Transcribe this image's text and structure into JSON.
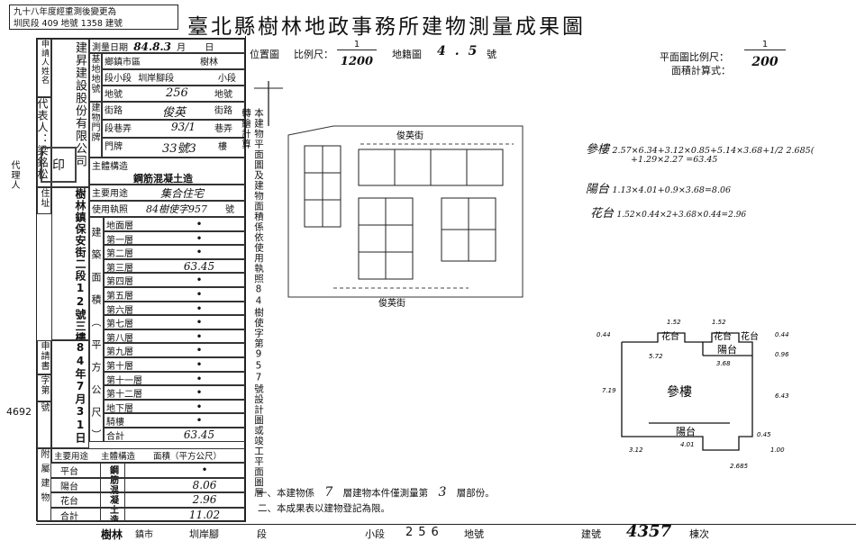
{
  "stamp": {
    "line1": "九十八年度經重測後變更為",
    "line2": "圳民段 409 地號 1358 建號"
  },
  "title": "臺北縣樹林地政事務所建物測量成果圖",
  "agent_label": "代理人",
  "left": {
    "applicant_label": "申請人姓名",
    "applicant_value": "建昇建設股份有限公司",
    "rep_label": "代表人：",
    "rep_value": "梁銘松",
    "seal": "印",
    "address_label": "住址",
    "address_value": "樹林鎮保安街二段12號三樓",
    "survey_date_label": "測量日期",
    "survey_date_value": "84.8.3",
    "survey_date_unit_m": "月",
    "survey_date_unit_d": "日",
    "base_label": "基地地號",
    "township_label": "鄉鎮市區",
    "township_value": "樹林",
    "section_label": "段小段",
    "section_value": "圳岸腳段",
    "section_unit": "小段",
    "lot_label": "地號",
    "lot_value": "256",
    "lot_unit": "地號",
    "door_label": "建物門牌",
    "street_label": "街路",
    "street_value": "俊英",
    "street_unit": "街路",
    "lane_label": "段巷弄",
    "lane_value": "93/1",
    "lane_unit": "巷弄",
    "number_label": "門牌",
    "number_value": "33號3",
    "number_unit": "樓",
    "structure_label": "主體構造",
    "structure_value": "鋼筋混凝土造",
    "use_label": "主要用途",
    "use_value": "集合住宅",
    "license_label": "使用執照",
    "license_value": "84樹使字957",
    "license_unit": "號",
    "area_label": "建築面積（平方公尺）",
    "floors": [
      {
        "label": "地面層",
        "value": "•"
      },
      {
        "label": "第一層",
        "value": "•"
      },
      {
        "label": "第二層",
        "value": "•"
      },
      {
        "label": "第三層",
        "value": "63.45"
      },
      {
        "label": "第四層",
        "value": "•"
      },
      {
        "label": "第五層",
        "value": "•"
      },
      {
        "label": "第六層",
        "value": "•"
      },
      {
        "label": "第七層",
        "value": "•"
      },
      {
        "label": "第八層",
        "value": "•"
      },
      {
        "label": "第九層",
        "value": "•"
      },
      {
        "label": "第十層",
        "value": "•"
      },
      {
        "label": "第十一層",
        "value": "•"
      },
      {
        "label": "第十二層",
        "value": "•"
      },
      {
        "label": "地下層",
        "value": "•"
      },
      {
        "label": "騎樓",
        "value": "•"
      },
      {
        "label": "合計",
        "value": "63.45"
      }
    ],
    "application_label": "申請書",
    "application_value": "84年7月31日",
    "application_no_label": "字第",
    "application_no_value": "4692",
    "application_no_unit": "號",
    "annex_label": "附屬建物",
    "annex_head_use": "主要用途",
    "annex_head_struct": "主體構造",
    "annex_head_area": "面積（平方公尺）",
    "annex_struct": "鋼筋混凝土造",
    "annex": [
      {
        "use": "平台",
        "area": "•"
      },
      {
        "use": "陽台",
        "area": "8.06"
      },
      {
        "use": "花台",
        "area": "2.96"
      },
      {
        "use": "合計",
        "area": "11.02"
      }
    ]
  },
  "middle": {
    "location_label": "位置圖",
    "scale_label": "比例尺：",
    "scale_num": "1",
    "scale_den": "1200",
    "cadastral_label": "地籍圖",
    "cadastral_value": "4.5",
    "cadastral_unit": "號",
    "street_top": "俊英街",
    "street_bottom": "俊英街",
    "vertical_note": "本建物平面圖及建物面積係依使用執照84樹使字第957號設計圖或竣工平面圖層轉繪計算",
    "note1a": "一、本建物係",
    "note1b": "7",
    "note1c": "層建物本件僅測量第",
    "note1d": "3",
    "note1e": "層部份。",
    "note2": "二、本成果表以建物登記為限。"
  },
  "right": {
    "plan_scale_label": "平面圖比例尺：",
    "plan_scale_num": "1",
    "plan_scale_den": "200",
    "calc_label": "面積計算式：",
    "calc1_label": "參樓",
    "calc1": "2.57×6.34+3.12×0.85+5.14×3.68+1/2 2.685(",
    "calc1b": "+1.29×2.27 =63.45",
    "calc2_label": "陽台",
    "calc2": "1.13×4.01+0.9×3.68=8.06",
    "calc3_label": "花台",
    "calc3": "1.52×0.44×2+3.68×0.44=2.96",
    "plan_main": "參樓",
    "plan_balcony_top": "陽台",
    "plan_balcony_bottom": "陽台",
    "plan_flower1": "花台",
    "plan_flower2": "花台",
    "plan_flower3": "花台",
    "dims": [
      "1.52",
      "1.52",
      "0.44",
      "0.44",
      "0.96",
      "5.72",
      "3.68",
      "7.19",
      "6.43",
      "4.01",
      "3.12",
      "2.685",
      "1.00",
      "0.45"
    ]
  },
  "footer": {
    "town": "樹林",
    "town_unit": "鎮市",
    "section": "圳岸腳",
    "section_unit": "段",
    "subsection_unit": "小段",
    "lot": "256",
    "lot_unit": "地號",
    "bld_label": "建號",
    "bld_no": "4357",
    "bld_unit": "棟次"
  }
}
